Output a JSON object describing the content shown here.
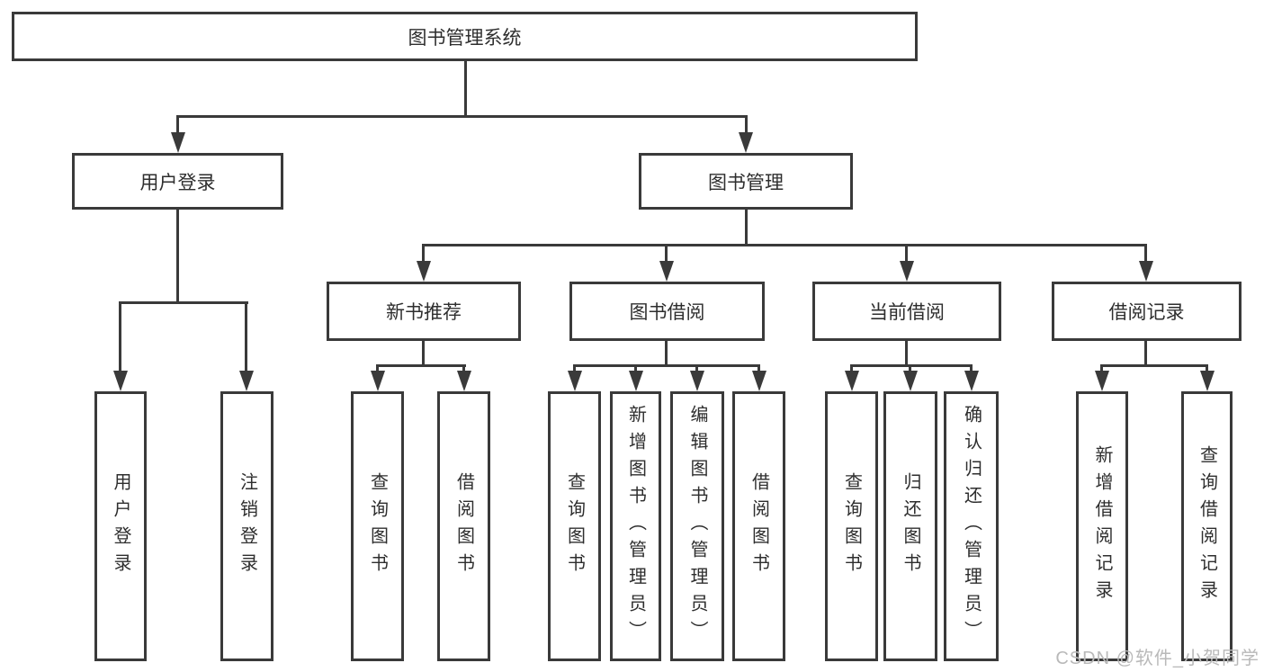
{
  "level1": {
    "system": "图书管理系统"
  },
  "level2": {
    "user_login": "用户登录",
    "book_management": "图书管理"
  },
  "level3": {
    "new_book_recommend": "新书推荐",
    "book_borrowing": "图书借阅",
    "current_borrowing": "当前借阅",
    "borrowing_records": "借阅记录"
  },
  "level4": {
    "user_login": "用户登录",
    "logout": "注销登录",
    "nb_query_books": "查询图书",
    "nb_borrow_books": "借阅图书",
    "bb_query_books": "查询图书",
    "bb_add_books": "新增图书（管理员）",
    "bb_edit_books": "编辑图书（管理员）",
    "bb_borrow_books": "借阅图书",
    "cb_query_books": "查询图书",
    "cb_return_books": "归还图书",
    "cb_confirm_return": "确认归还（管理员）",
    "br_add_record": "新增借阅记录",
    "br_query_record": "查询借阅记录"
  },
  "watermark": "CSDN @软件_小贺同学",
  "colors": {
    "line": "#3a3a3a",
    "text": "#2e2e2e",
    "watermark": "#b9b9b9",
    "background": "#ffffff"
  }
}
